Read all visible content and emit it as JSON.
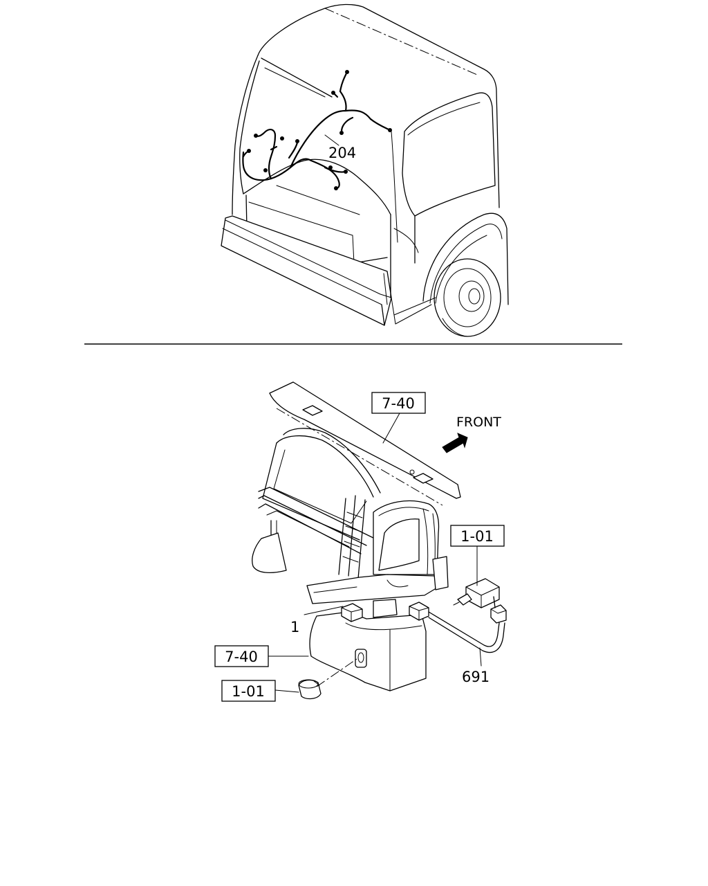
{
  "top_view": {
    "callouts": {
      "harness": "204"
    }
  },
  "bottom_view": {
    "direction_label": "FRONT",
    "boxed_refs": {
      "panel_top": "7-40",
      "switch_right": "1-01",
      "panel_lower": "7-40",
      "plug_lower": "1-01"
    },
    "callouts": {
      "connector": "1",
      "cable": "691"
    }
  }
}
